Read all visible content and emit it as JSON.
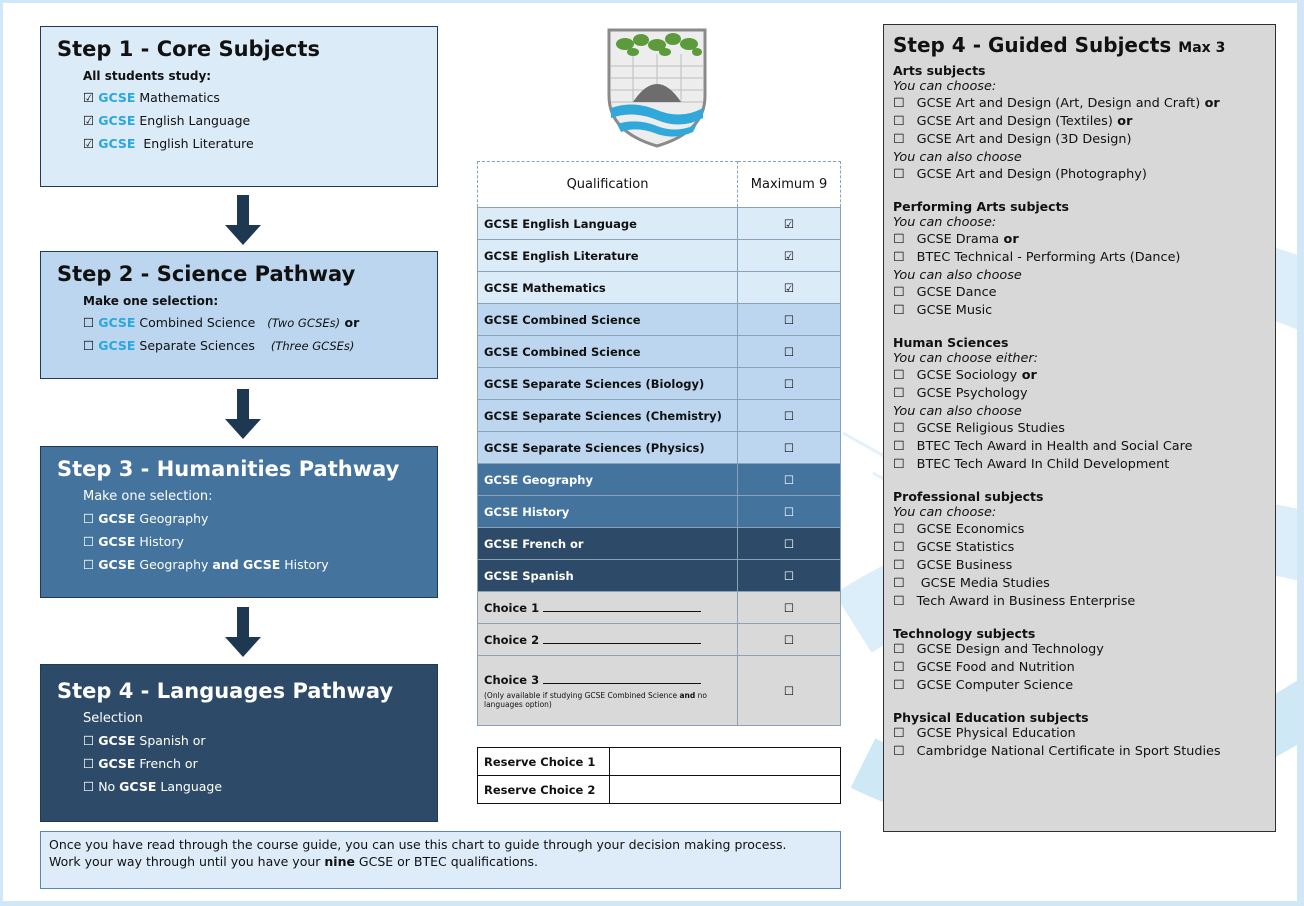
{
  "step1": {
    "title": "Step 1 - Core Subjects",
    "subtitle": "All students study:",
    "items": [
      {
        "box": "☑",
        "prefix": "GCSE",
        "text": " Mathematics"
      },
      {
        "box": "☑",
        "prefix": "GCSE",
        "text": " English Language"
      },
      {
        "box": "☑",
        "prefix": "GCSE",
        "text": "  English Literature"
      }
    ]
  },
  "step2": {
    "title": "Step 2 - Science Pathway",
    "subtitle": "Make one selection:",
    "items": [
      {
        "box": "☐",
        "prefix": "GCSE",
        "text": " Combined Science",
        "note": "(Two GCSEs)",
        "suffix": " or"
      },
      {
        "box": "☐",
        "prefix": "GCSE",
        "text": " Separate Sciences",
        "note": "(Three GCSEs)",
        "suffix": ""
      }
    ]
  },
  "step3": {
    "title": "Step 3 - Humanities Pathway",
    "subtitle": "Make one selection:",
    "items": [
      {
        "box": "☐",
        "prefix": "GCSE",
        "text": " Geography",
        "mid": "",
        "prefix2": "",
        "text2": ""
      },
      {
        "box": "☐",
        "prefix": "GCSE",
        "text": " History",
        "mid": "",
        "prefix2": "",
        "text2": ""
      },
      {
        "box": "☐",
        "prefix": "GCSE",
        "text": " Geography ",
        "mid": "and",
        "prefix2": " GCSE",
        "text2": " History"
      }
    ]
  },
  "step4_languages": {
    "title": "Step 4 - Languages Pathway",
    "subtitle": "Selection",
    "items": [
      {
        "box": "☐",
        "pre": "",
        "bold": "GCSE",
        "text": " Spanish or"
      },
      {
        "box": "☐",
        "pre": "",
        "bold": "GCSE",
        "text": " French or"
      },
      {
        "box": "☐",
        "pre": " No ",
        "bold": "GCSE",
        "text": " Language"
      }
    ]
  },
  "footer": {
    "line1": "Once you have read through the course guide, you can use this chart to guide through your decision making process.",
    "line2_pre": "Work your way through until you have your ",
    "line2_bold": "nine",
    "line2_post": " GCSE or BTEC qualifications."
  },
  "table": {
    "header": {
      "qualification": "Qualification",
      "maximum": "Maximum 9"
    },
    "rows": [
      {
        "name": "GCSE English Language",
        "mark": "☑",
        "style": "light"
      },
      {
        "name": "GCSE English Literature",
        "mark": "☑",
        "style": "light"
      },
      {
        "name": "GCSE Mathematics",
        "mark": "☑",
        "style": "light"
      },
      {
        "name": "GCSE Combined Science",
        "mark": "☐",
        "style": "mid"
      },
      {
        "name": "GCSE Combined Science",
        "mark": "☐",
        "style": "mid"
      },
      {
        "name": "GCSE Separate Sciences (Biology)",
        "mark": "☐",
        "style": "mid"
      },
      {
        "name": "GCSE Separate Sciences (Chemistry)",
        "mark": "☐",
        "style": "mid"
      },
      {
        "name": "GCSE Separate Sciences (Physics)",
        "mark": "☐",
        "style": "mid"
      },
      {
        "name": "GCSE Geography",
        "mark": "☐",
        "style": "blue"
      },
      {
        "name": "GCSE History",
        "mark": "☐",
        "style": "blue"
      },
      {
        "name": "GCSE French or",
        "mark": "☐",
        "style": "dark"
      },
      {
        "name": "GCSE Spanish",
        "mark": "☐",
        "style": "dark"
      }
    ],
    "choices": [
      {
        "label": "Choice 1",
        "mark": "☐",
        "note": ""
      },
      {
        "label": "Choice 2",
        "mark": "☐",
        "note": ""
      },
      {
        "label": "Choice 3",
        "mark": "☐",
        "note_pre": "(Only available if studying GCSE Combined Science ",
        "note_bold": "and",
        "note_post": " no languages option)"
      }
    ]
  },
  "reserve": [
    {
      "label": "Reserve Choice 1",
      "value": ""
    },
    {
      "label": "Reserve Choice 2",
      "value": ""
    }
  ],
  "guided": {
    "title": "Step 4 - Guided Subjects",
    "max": "Max 3",
    "sections": [
      {
        "head": "Arts subjects",
        "groups": [
          {
            "intro": "You can choose:",
            "items": [
              {
                "text": "☐   GCSE Art and Design (Art, Design and Craft)",
                "bold": " or"
              },
              {
                "text": "☐   GCSE Art and Design (Textiles)",
                "bold": " or"
              },
              {
                "text": "☐   GCSE Art and Design (3D Design)",
                "bold": ""
              }
            ]
          },
          {
            "intro": "You can also choose",
            "items": [
              {
                "text": "☐   GCSE Art and Design (Photography)",
                "bold": ""
              }
            ]
          }
        ]
      },
      {
        "head": "Performing Arts subjects",
        "groups": [
          {
            "intro": "You can choose:",
            "items": [
              {
                "text": "☐   GCSE Drama",
                "bold": " or"
              },
              {
                "text": "☐   BTEC Technical - Performing Arts (Dance)",
                "bold": ""
              }
            ]
          },
          {
            "intro": "You can also choose",
            "items": [
              {
                "text": "☐   GCSE Dance",
                "bold": ""
              },
              {
                "text": "☐   GCSE Music",
                "bold": ""
              }
            ]
          }
        ]
      },
      {
        "head": "Human Sciences",
        "groups": [
          {
            "intro": "You can choose either:",
            "items": [
              {
                "text": "☐   GCSE Sociology",
                "bold": " or"
              },
              {
                "text": "☐   GCSE Psychology",
                "bold": ""
              }
            ]
          },
          {
            "intro": "You can also choose",
            "items": [
              {
                "text": "☐   GCSE Religious Studies",
                "bold": ""
              },
              {
                "text": "☐   BTEC Tech Award in Health and Social Care",
                "bold": ""
              },
              {
                "text": "☐   BTEC Tech Award In Child Development",
                "bold": ""
              }
            ]
          }
        ]
      },
      {
        "head": "Professional subjects",
        "groups": [
          {
            "intro": "You can choose:",
            "items": [
              {
                "text": "☐   GCSE Economics",
                "bold": ""
              },
              {
                "text": "☐   GCSE Statistics",
                "bold": ""
              },
              {
                "text": "☐   GCSE Business",
                "bold": ""
              },
              {
                "text": "☐    GCSE Media Studies",
                "bold": ""
              },
              {
                "text": "☐   Tech Award in Business Enterprise",
                "bold": ""
              }
            ]
          }
        ]
      },
      {
        "head": "Technology subjects",
        "groups": [
          {
            "intro": "",
            "items": [
              {
                "text": "☐   GCSE Design and Technology",
                "bold": ""
              },
              {
                "text": "☐   GCSE Food and Nutrition",
                "bold": ""
              },
              {
                "text": "☐   GCSE Computer Science",
                "bold": ""
              }
            ]
          }
        ]
      },
      {
        "head": "Physical Education subjects",
        "groups": [
          {
            "intro": "",
            "items": [
              {
                "text": "☐   GCSE Physical Education",
                "bold": ""
              },
              {
                "text": "☐   Cambridge National Certificate in Sport Studies",
                "bold": ""
              }
            ]
          }
        ]
      }
    ]
  },
  "colors": {
    "step1_bg": "#dcebf8",
    "step2_bg": "#bcd6ef",
    "step3_bg": "#44739e",
    "step4_bg": "#2d4b68",
    "gcse_accent": "#2aa7df",
    "guided_bg": "#d8d8d8",
    "choices_bg": "#d9d9d9"
  },
  "icons": [
    "down-arrow-icon",
    "school-crest-icon",
    "checked-box-icon",
    "empty-box-icon"
  ]
}
